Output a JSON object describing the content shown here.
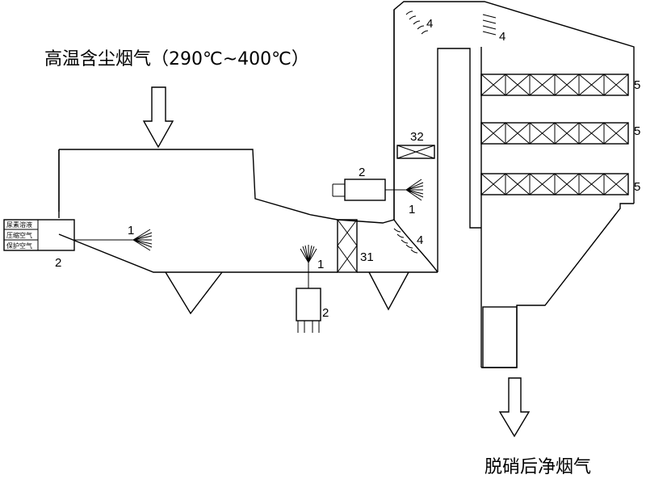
{
  "title_in": "高温含尘烟气（290℃~400℃）",
  "title_out": "脱硝后净烟气",
  "labels": {
    "nozzle": "1",
    "nozzle_green": "1",
    "box": "2",
    "deflector": "4",
    "catalyst": "5",
    "grid_31": "31",
    "grid_32": "32"
  },
  "box_lines": [
    "尿素溶液",
    "压缩空气",
    "保护空气"
  ]
}
